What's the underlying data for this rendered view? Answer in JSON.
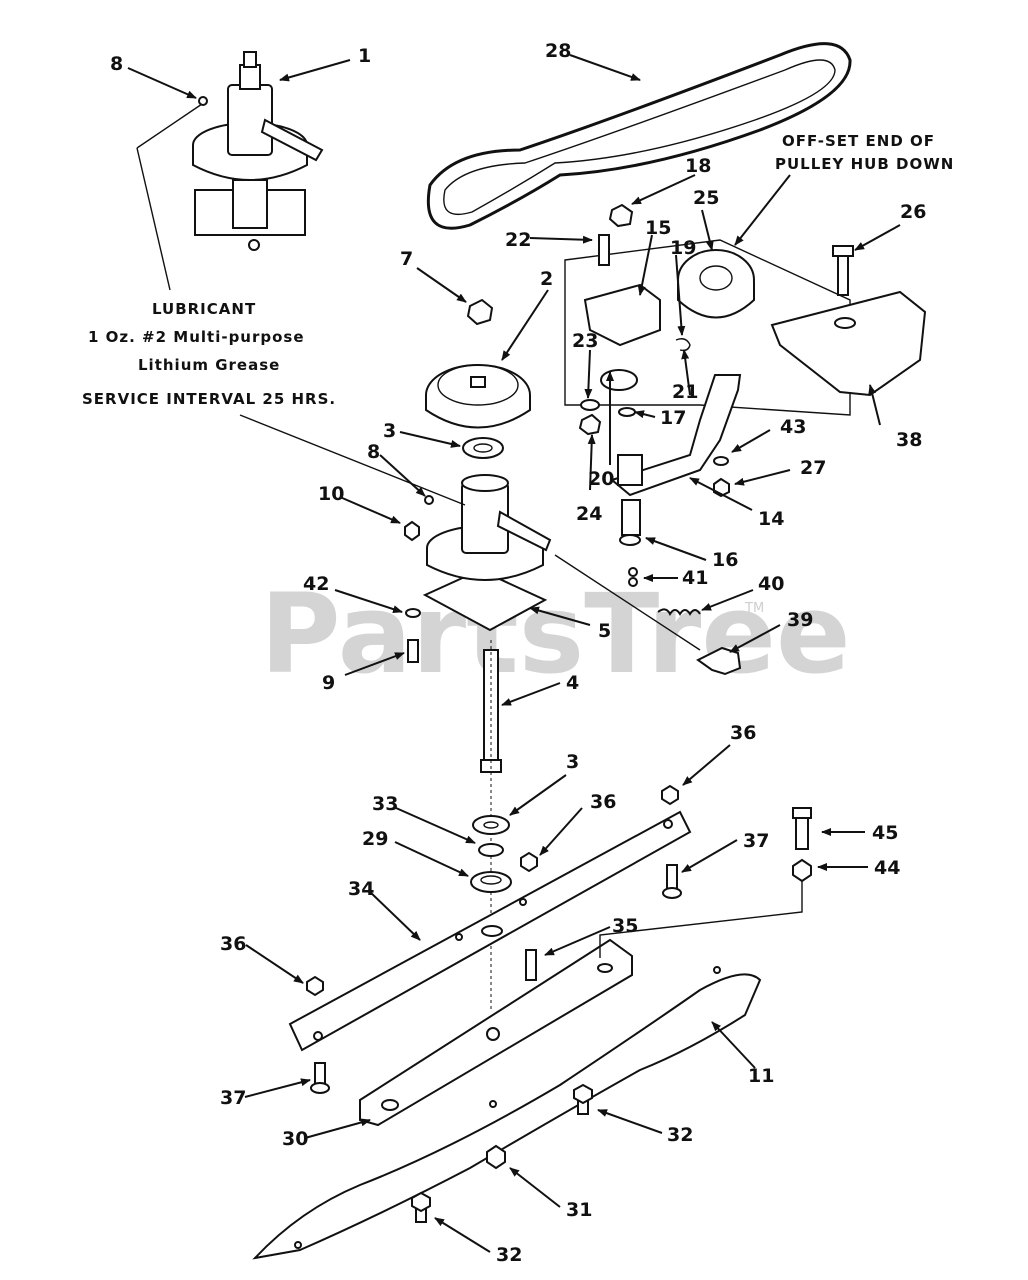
{
  "watermark": "PartsTree",
  "trademark": "TM",
  "notes": {
    "lubricant_line1": "LUBRICANT",
    "lubricant_line2": "1 Oz. #2 Multi-purpose",
    "lubricant_line3": "Lithium Grease",
    "service_interval": "SERVICE INTERVAL 25 HRS.",
    "offset_line1": "OFF-SET END OF",
    "offset_line2": "PULLEY HUB DOWN"
  },
  "callouts": [
    "8",
    "1",
    "28",
    "18",
    "22",
    "15",
    "19",
    "25",
    "26",
    "7",
    "2",
    "23",
    "21",
    "3",
    "17",
    "8",
    "20",
    "43",
    "27",
    "38",
    "10",
    "24",
    "14",
    "16",
    "41",
    "40",
    "42",
    "5",
    "39",
    "9",
    "4",
    "36",
    "3",
    "33",
    "36",
    "45",
    "29",
    "37",
    "44",
    "34",
    "35",
    "36",
    "11",
    "37",
    "30",
    "32",
    "31",
    "32"
  ]
}
